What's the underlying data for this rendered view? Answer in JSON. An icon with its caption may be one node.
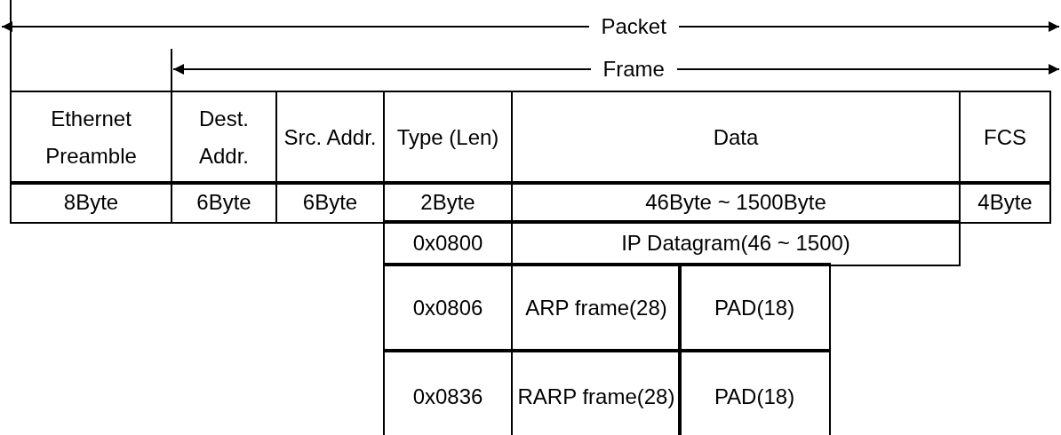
{
  "diagram": {
    "labels": [
      "Packet",
      "Frame",
      "Ethernet Preamble",
      "Dest. Addr.",
      "Src. Addr.",
      "Type (Len)",
      "Data",
      "FCS",
      "8Byte",
      "6Byte",
      "6Byte",
      "2Byte",
      "46Byte ~ 1500Byte",
      "4Byte",
      "0x0800",
      "IP Datagram(46 ~ 1500)",
      "0x0806",
      "ARP frame(28)",
      "PAD(18)",
      "0x0836",
      "RARP frame(28)",
      "PAD(18)"
    ]
  }
}
